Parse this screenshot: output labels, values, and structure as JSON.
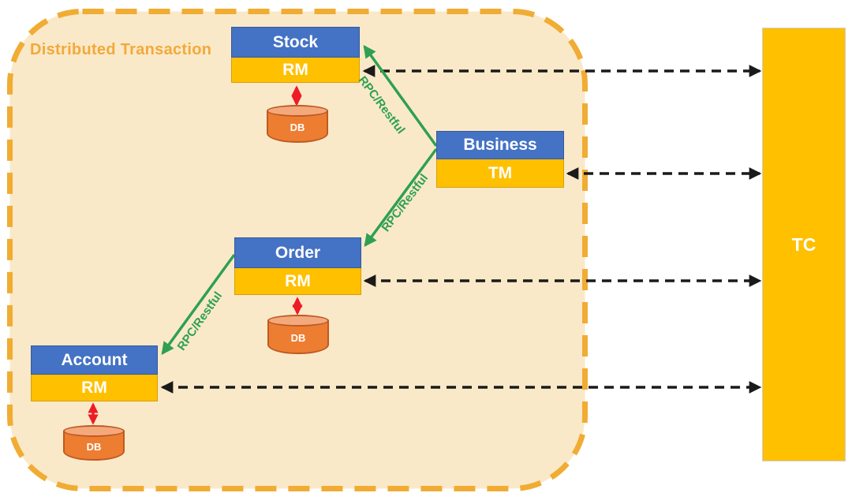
{
  "diagram": {
    "container_label": "Distributed Transaction",
    "tc_label": "TC",
    "db_label": "DB",
    "rpc_label": "RPC/Restful",
    "services": [
      {
        "name": "Stock",
        "role": "RM",
        "has_db": true
      },
      {
        "name": "Business",
        "role": "TM",
        "has_db": false
      },
      {
        "name": "Order",
        "role": "RM",
        "has_db": true
      },
      {
        "name": "Account",
        "role": "RM",
        "has_db": true
      }
    ],
    "connections": {
      "rpc_arrows": [
        {
          "from": "Business",
          "to": "Stock",
          "label": "RPC/Restful",
          "style": "solid-green"
        },
        {
          "from": "Business",
          "to": "Order",
          "label": "RPC/Restful",
          "style": "solid-green"
        },
        {
          "from": "Order",
          "to": "Account",
          "label": "RPC/Restful",
          "style": "solid-green"
        }
      ],
      "tc_arrows": [
        {
          "from": "Stock.RM",
          "to": "TC",
          "style": "black-dashed-double"
        },
        {
          "from": "Business.TM",
          "to": "TC",
          "style": "black-dashed-double"
        },
        {
          "from": "Order.RM",
          "to": "TC",
          "style": "black-dashed-double"
        },
        {
          "from": "Account.RM",
          "to": "TC",
          "style": "black-dashed-double"
        }
      ],
      "db_arrows": [
        {
          "from": "Stock.RM",
          "to": "DB",
          "style": "red-double"
        },
        {
          "from": "Order.RM",
          "to": "DB",
          "style": "red-double"
        },
        {
          "from": "Account.RM",
          "to": "DB",
          "style": "red-double"
        }
      ]
    },
    "colors": {
      "service_header_blue": "#4472C4",
      "rm_tm_gold": "#FFC000",
      "tc_gold": "#FFC000",
      "container_fill": "#FAE9C8",
      "container_border": "#F0AC33",
      "title_text": "#F2A93B",
      "rpc_green": "#2EA052",
      "db_arrow_red": "#EE1C25",
      "db_cylinder_orange": "#ED7D31",
      "dashed_arrow_black": "#1A1A1A"
    }
  }
}
